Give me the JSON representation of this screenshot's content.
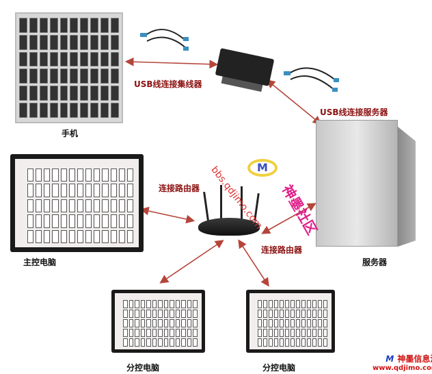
{
  "labels": {
    "phones": "手机",
    "usb_hub": "USB线连接集线器",
    "usb_server": "USB线连接服务器",
    "router_left": "连接路由器",
    "router_right": "连接路由器",
    "main_pc": "主控电脑",
    "server": "服务器",
    "sub_pc_1": "分控电脑",
    "sub_pc_2": "分控电脑"
  },
  "watermark": {
    "url": "bbs.qdjimo.com",
    "text": "神墨社区"
  },
  "logo": {
    "name": "神墨信息港",
    "url": "www.qdjimo.com"
  },
  "colors": {
    "arrow": "#b5453a",
    "label_red": "#8b1010"
  }
}
